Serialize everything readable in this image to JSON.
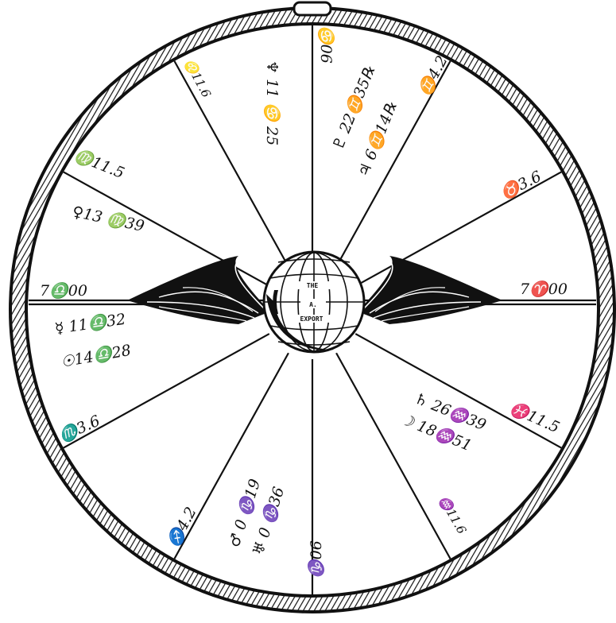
{
  "cusps": [
    {
      "id": "cusp-1",
      "text": "7♎00"
    },
    {
      "id": "cusp-2",
      "text": "♏3.6"
    },
    {
      "id": "cusp-3",
      "text": "♐4.2"
    },
    {
      "id": "cusp-4",
      "text": "♑06"
    },
    {
      "id": "cusp-5",
      "text": "♒11.6"
    },
    {
      "id": "cusp-6",
      "text": "♓11.5"
    },
    {
      "id": "cusp-7",
      "text": "7♈00"
    },
    {
      "id": "cusp-8",
      "text": "♉3.6"
    },
    {
      "id": "cusp-9",
      "text": "♊4.2"
    },
    {
      "id": "cusp-10",
      "text": "♋06"
    },
    {
      "id": "cusp-11",
      "text": "♌11.6"
    },
    {
      "id": "cusp-12",
      "text": "♍11.5"
    }
  ],
  "planets": [
    {
      "id": "venus",
      "text": "♀13 ♍39"
    },
    {
      "id": "mercury",
      "text": "☿ 11♎32"
    },
    {
      "id": "sun",
      "text": "☉14♎28"
    },
    {
      "id": "mars",
      "text": "♂ 0 ♑19"
    },
    {
      "id": "uranus",
      "text": "♅ 0 ♑36"
    },
    {
      "id": "saturn",
      "text": "♄ 26♒39"
    },
    {
      "id": "moon",
      "text": "☽ 18♒51"
    },
    {
      "id": "neptune",
      "text": "♆ 11 ♋ 25"
    },
    {
      "id": "pluto",
      "text": "♇ 22♊35℞"
    },
    {
      "id": "jupiter",
      "text": "♃ 6♊14℞"
    }
  ],
  "globe": {
    "line1": "THE",
    "line2": "A.",
    "line3": "EXPORT"
  },
  "colors": {
    "ink": "#111111",
    "paper": "#ffffff"
  }
}
